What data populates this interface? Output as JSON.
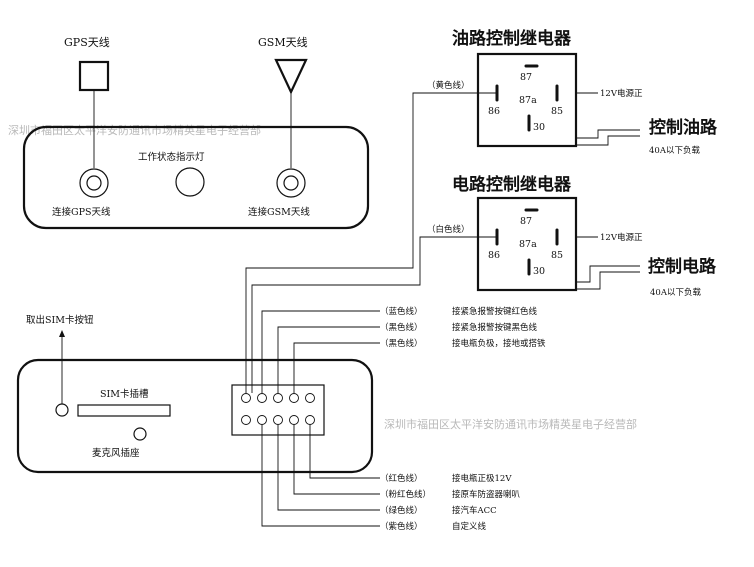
{
  "antennas": {
    "gps_label": "GPS天线",
    "gsm_label": "GSM天线"
  },
  "gps_unit": {
    "status_light_label": "工作状态指示灯",
    "gps_port_label": "连接GPS天线",
    "gsm_port_label": "连接GSM天线"
  },
  "watermark": "深圳市福田区太平洋安防通讯市场精英星电子经营部",
  "relay_oil": {
    "title": "油路控制继电器",
    "wire_label": "（黄色线）",
    "pin_87": "87",
    "pin_87a": "87a",
    "pin_86": "86",
    "pin_85": "85",
    "pin_30": "30",
    "power_label": "12V电源正",
    "control_label": "控制油路",
    "load_label": "40A以下负载"
  },
  "relay_circuit": {
    "title": "电路控制继电器",
    "wire_label": "（白色线）",
    "pin_87": "87",
    "pin_87a": "87a",
    "pin_86": "86",
    "pin_85": "85",
    "pin_30": "30",
    "power_label": "12V电源正",
    "control_label": "控制电路",
    "load_label": "40A以下负载"
  },
  "main_unit": {
    "sim_eject_label": "取出SIM卡按钮",
    "sim_slot_label": "SIM卡插槽",
    "mic_label": "麦克风插座"
  },
  "wires_top": [
    {
      "color": "（蓝色线）",
      "desc": "接紧急报警按键红色线"
    },
    {
      "color": "（黑色线）",
      "desc": "接紧急报警按键黑色线"
    },
    {
      "color": "（黑色线）",
      "desc": "接电瓶负极，接地或搭铁"
    }
  ],
  "wires_bottom": [
    {
      "color": "（红色线）",
      "desc": "接电瓶正极12V"
    },
    {
      "color": "（粉红色线）",
      "desc": "接原车防盗器喇叭"
    },
    {
      "color": "（绿色线）",
      "desc": "接汽车ACC"
    },
    {
      "color": "（紫色线）",
      "desc": "自定义线"
    }
  ]
}
